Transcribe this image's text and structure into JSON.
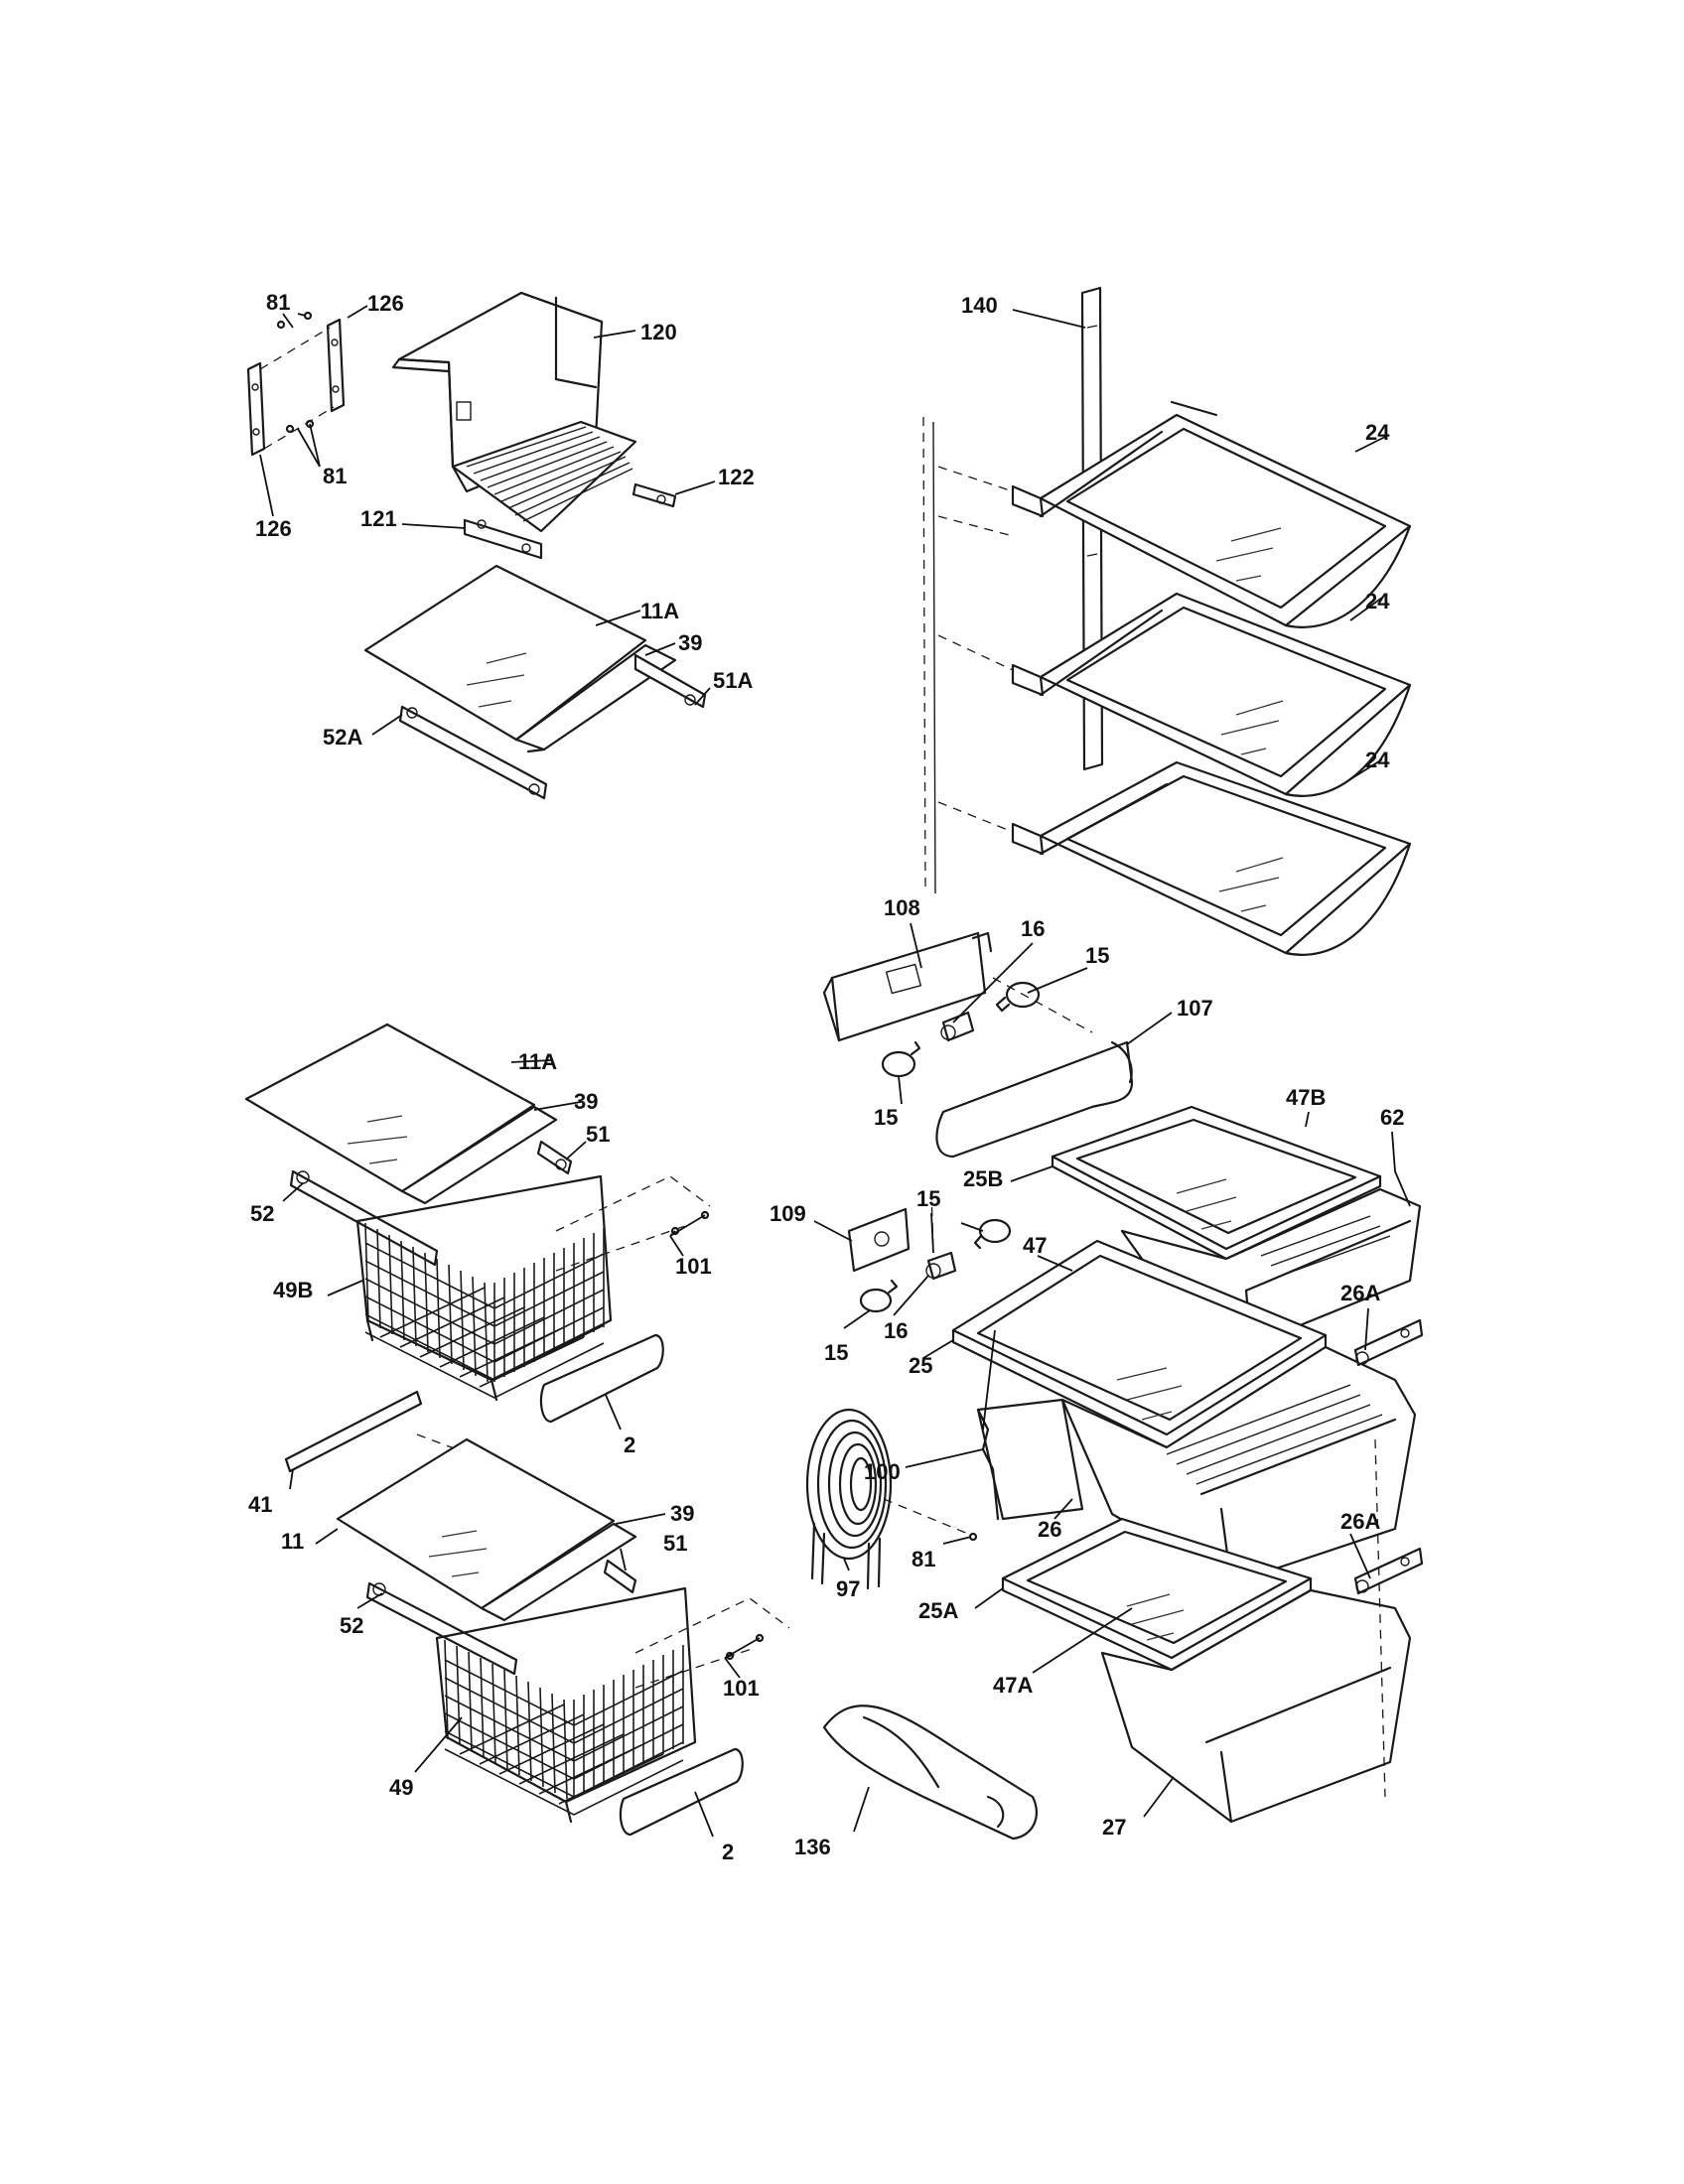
{
  "callouts": {
    "c81_top": "81",
    "c126_top": "126",
    "c120": "120",
    "c81_mid": "81",
    "c122": "122",
    "c126_bot": "126",
    "c121": "121",
    "c11A_top": "11A",
    "c39_top": "39",
    "c51A": "51A",
    "c52A": "52A",
    "c140": "140",
    "c24_1": "24",
    "c24_2": "24",
    "c24_3": "24",
    "c108": "108",
    "c16_top": "16",
    "c15_a": "15",
    "c107": "107",
    "c15_b": "15",
    "c47B": "47B",
    "c62": "62",
    "c25B": "25B",
    "c109": "109",
    "c15_c": "15",
    "c47": "47",
    "c16_mid": "16",
    "c15_d": "15",
    "c26A_top": "26A",
    "c25": "25",
    "c100": "100",
    "c26": "26",
    "c81_low": "81",
    "c97": "97",
    "c26A_low": "26A",
    "c25A": "25A",
    "c47A": "47A",
    "c136": "136",
    "c27": "27",
    "c11A_mid": "11A",
    "c39_mid": "39",
    "c51_mid": "51",
    "c52_mid": "52",
    "c101_mid": "101",
    "c49B": "49B",
    "c2_mid": "2",
    "c41": "41",
    "c11": "11",
    "c39_low": "39",
    "c51_low": "51",
    "c52_low": "52",
    "c101_low": "101",
    "c49": "49",
    "c2_low": "2"
  }
}
